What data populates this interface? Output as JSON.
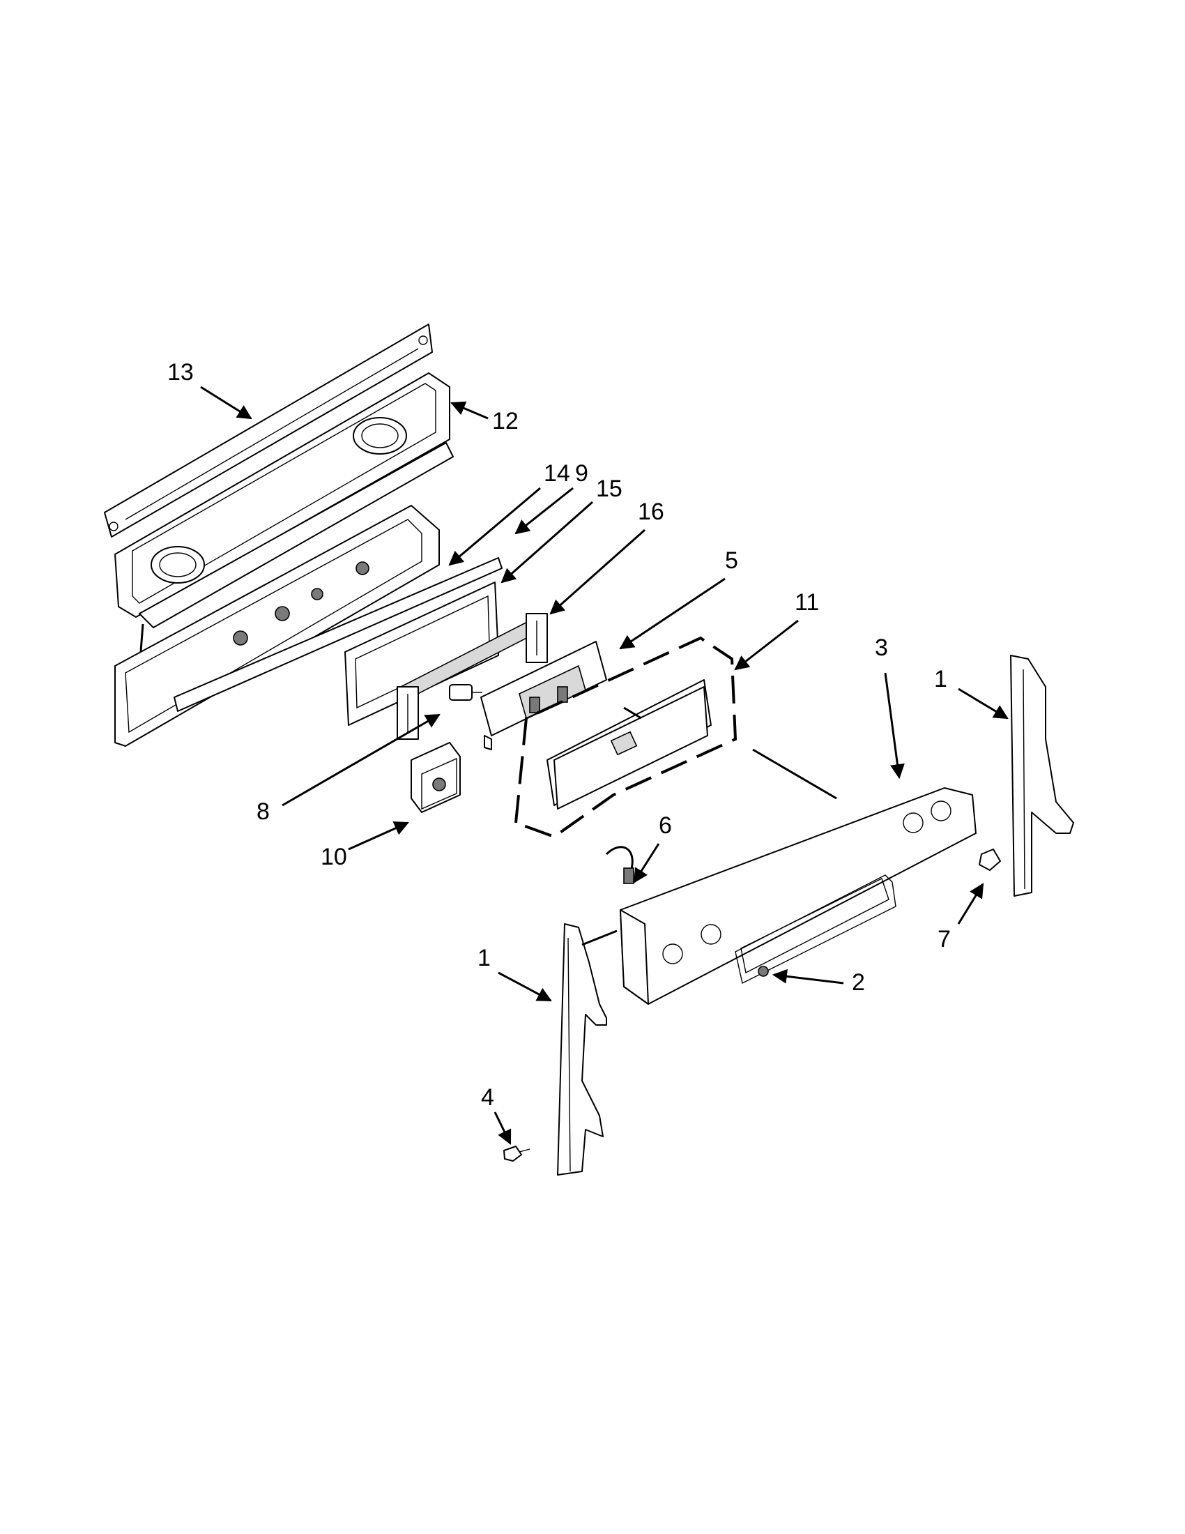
{
  "callouts": [
    {
      "id": "c13",
      "label": "13"
    },
    {
      "id": "c12",
      "label": "12"
    },
    {
      "id": "c14",
      "label": "14"
    },
    {
      "id": "c9",
      "label": "9"
    },
    {
      "id": "c15",
      "label": "15"
    },
    {
      "id": "c16",
      "label": "16"
    },
    {
      "id": "c5",
      "label": "5"
    },
    {
      "id": "c11",
      "label": "11"
    },
    {
      "id": "c3",
      "label": "3"
    },
    {
      "id": "c1a",
      "label": "1"
    },
    {
      "id": "c8",
      "label": "8"
    },
    {
      "id": "c10",
      "label": "10"
    },
    {
      "id": "c6",
      "label": "6"
    },
    {
      "id": "c7",
      "label": "7"
    },
    {
      "id": "c1b",
      "label": "1"
    },
    {
      "id": "c2",
      "label": "2"
    },
    {
      "id": "c4",
      "label": "4"
    }
  ]
}
